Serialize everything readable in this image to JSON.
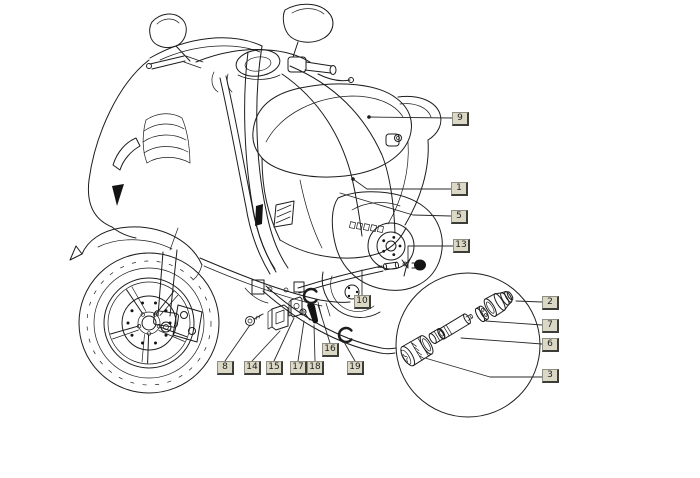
{
  "diagram": {
    "kind": "exploded-parts-diagram",
    "subject": "scooter-transmission-cables",
    "background_color": "#ffffff",
    "line_color": "#1c1c1c",
    "callout_box": {
      "fill": "#dcd8c6",
      "edge_light": "#8f8c80",
      "edge_dark": "#3c3c38",
      "text_color": "#1f1f1f"
    },
    "callouts": [
      {
        "number": "9"
      },
      {
        "number": "1"
      },
      {
        "number": "5"
      },
      {
        "number": "13"
      },
      {
        "number": "2"
      },
      {
        "number": "7"
      },
      {
        "number": "6"
      },
      {
        "number": "3"
      },
      {
        "number": "10"
      },
      {
        "number": "16"
      },
      {
        "number": "19"
      },
      {
        "number": "8"
      },
      {
        "number": "14"
      },
      {
        "number": "15"
      },
      {
        "number": "17"
      },
      {
        "number": "18"
      }
    ]
  }
}
